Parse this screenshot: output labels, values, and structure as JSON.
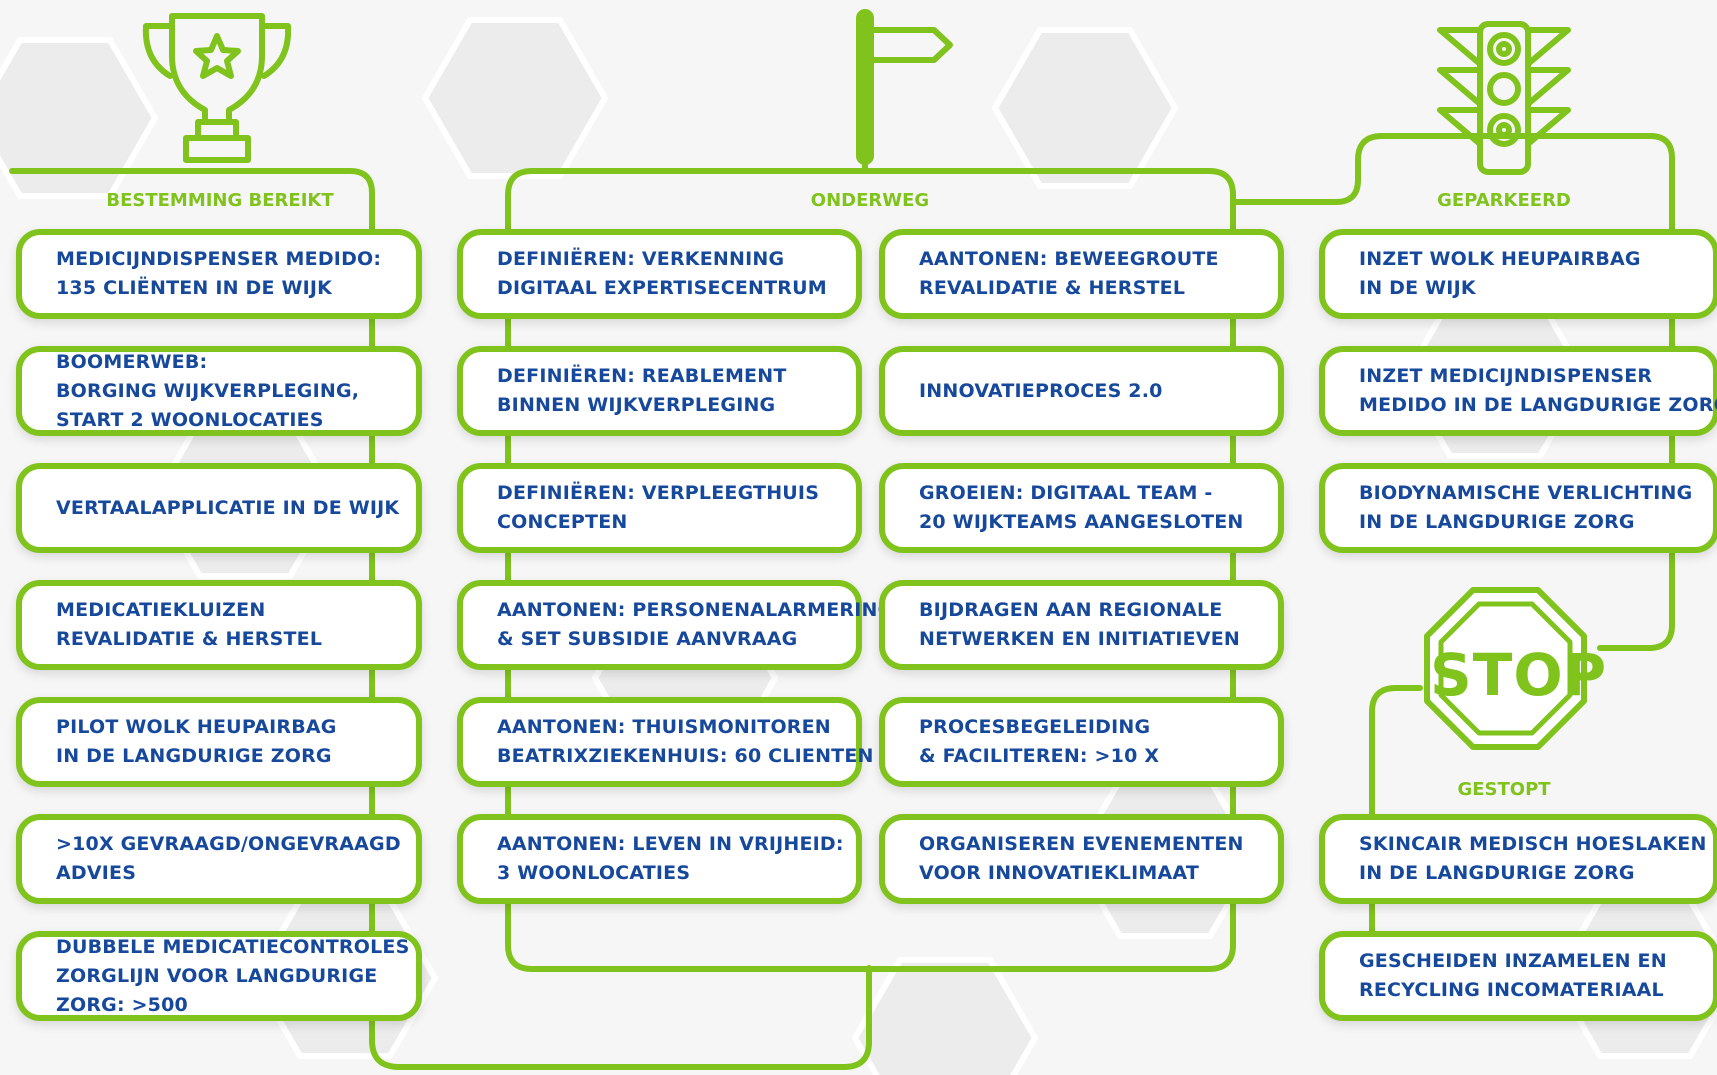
{
  "colors": {
    "accent": "#7fc31c",
    "text": "#16489c",
    "card_bg": "#ffffff"
  },
  "icons": [
    "trophy-icon",
    "signpost-icon",
    "traffic-light-icon",
    "stop-sign-icon"
  ],
  "columns": {
    "bereikt": {
      "heading": "BESTEMMING BEREIKT",
      "items": [
        [
          "MEDICIJNDISPENSER MEDIDO:",
          "135 CLIËNTEN IN DE WIJK"
        ],
        [
          "BOOMERWEB:",
          "BORGING WIJKVERPLEGING,",
          "START 2 WOONLOCATIES"
        ],
        [
          "VERTAALAPPLICATIE IN DE WIJK"
        ],
        [
          "MEDICATIEKLUIZEN",
          "REVALIDATIE & HERSTEL"
        ],
        [
          "PILOT WOLK HEUPAIRBAG",
          "IN DE LANGDURIGE ZORG"
        ],
        [
          ">10X GEVRAAGD/ONGEVRAAGD",
          "ADVIES"
        ],
        [
          "DUBBELE MEDICATIECONTROLES",
          "ZORGLIJN VOOR LANGDURIGE",
          "ZORG: >500"
        ]
      ]
    },
    "onderweg": {
      "heading": "ONDERWEG",
      "left_items": [
        [
          "DEFINIËREN: VERKENNING",
          "DIGITAAL EXPERTISECENTRUM"
        ],
        [
          "DEFINIËREN: REABLEMENT",
          "BINNEN WIJKVERPLEGING"
        ],
        [
          "DEFINIËREN: VERPLEEGTHUIS",
          "CONCEPTEN"
        ],
        [
          "AANTONEN: PERSONENALARMERING",
          "& SET SUBSIDIE AANVRAAG"
        ],
        [
          "AANTONEN: THUISMONITOREN",
          "BEATRIXZIEKENHUIS: 60 CLIENTEN"
        ],
        [
          "AANTONEN: LEVEN IN VRIJHEID:",
          "3 WOONLOCATIES"
        ]
      ],
      "right_items": [
        [
          "AANTONEN: BEWEEGROUTE",
          "REVALIDATIE & HERSTEL"
        ],
        [
          "INNOVATIEPROCES 2.0"
        ],
        [
          "GROEIEN: DIGITAAL TEAM -",
          "20 WIJKTEAMS AANGESLOTEN"
        ],
        [
          "BIJDRAGEN AAN REGIONALE",
          "NETWERKEN EN INITIATIEVEN"
        ],
        [
          "PROCESBEGELEIDING",
          "& FACILITEREN: >10 X"
        ],
        [
          "ORGANISEREN EVENEMENTEN",
          "VOOR INNOVATIEKLIMAAT"
        ]
      ]
    },
    "geparkeerd": {
      "heading": "GEPARKEERD",
      "items": [
        [
          "INZET WOLK HEUPAIRBAG",
          "IN DE WIJK"
        ],
        [
          "INZET MEDICIJNDISPENSER",
          "MEDIDO IN DE LANGDURIGE ZORG"
        ],
        [
          "BIODYNAMISCHE VERLICHTING",
          "IN DE LANGDURIGE ZORG"
        ]
      ]
    },
    "gestopt": {
      "heading": "GESTOPT",
      "sign_text": "STOP",
      "items": [
        [
          "SKINCAIR MEDISCH HOESLAKEN",
          "IN DE LANGDURIGE ZORG"
        ],
        [
          "GESCHEIDEN INZAMELEN EN",
          "RECYCLING INCOMATERIAAL"
        ]
      ]
    }
  }
}
